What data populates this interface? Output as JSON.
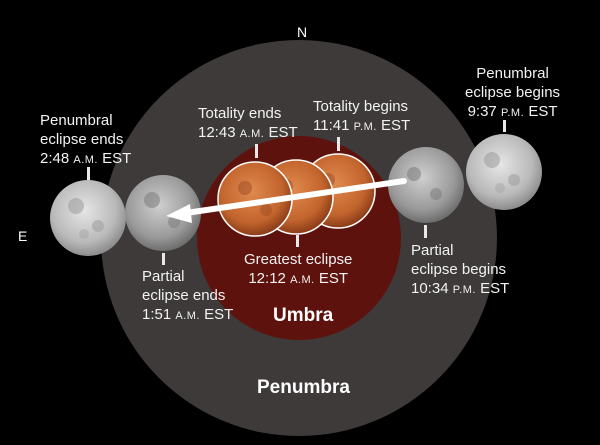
{
  "colors": {
    "background": "#000000",
    "penumbra": "#3d3a39",
    "umbra": "#5e120d",
    "full_moon": "#c9c9c9",
    "eclipsed_moon": "#c8703a",
    "arrow": "#ffffff"
  },
  "directions": {
    "north": "N",
    "east": "E"
  },
  "regions": {
    "umbra": "Umbra",
    "penumbra": "Penumbra"
  },
  "events": {
    "penumbral_begins": {
      "line1": "Penumbral",
      "line2": "eclipse begins",
      "time": "9:37",
      "ampm": "P.M.",
      "zone": "EST"
    },
    "partial_begins": {
      "line1": "Partial",
      "line2": "eclipse begins",
      "time": "10:34",
      "ampm": "P.M.",
      "zone": "EST"
    },
    "totality_begins": {
      "line1": "Totality begins",
      "time": "11:41",
      "ampm": "P.M.",
      "zone": "EST"
    },
    "greatest": {
      "line1": "Greatest eclipse",
      "time": "12:12",
      "ampm": "A.M.",
      "zone": "EST"
    },
    "totality_ends": {
      "line1": "Totality ends",
      "time": "12:43",
      "ampm": "A.M.",
      "zone": "EST"
    },
    "partial_ends": {
      "line1": "Partial",
      "line2": "eclipse ends",
      "time": "1:51",
      "ampm": "A.M.",
      "zone": "EST"
    },
    "penumbral_ends": {
      "line1": "Penumbral",
      "line2": "eclipse ends",
      "time": "2:48",
      "ampm": "A.M.",
      "zone": "EST"
    }
  },
  "moons": [
    {
      "phase": "penumbral-begins",
      "style": "full"
    },
    {
      "phase": "partial-begins",
      "style": "full"
    },
    {
      "phase": "totality-begins",
      "style": "eclipsed"
    },
    {
      "phase": "greatest-eclipse",
      "style": "eclipsed"
    },
    {
      "phase": "totality-ends",
      "style": "eclipsed"
    },
    {
      "phase": "partial-ends",
      "style": "full"
    },
    {
      "phase": "penumbral-ends",
      "style": "full"
    }
  ]
}
